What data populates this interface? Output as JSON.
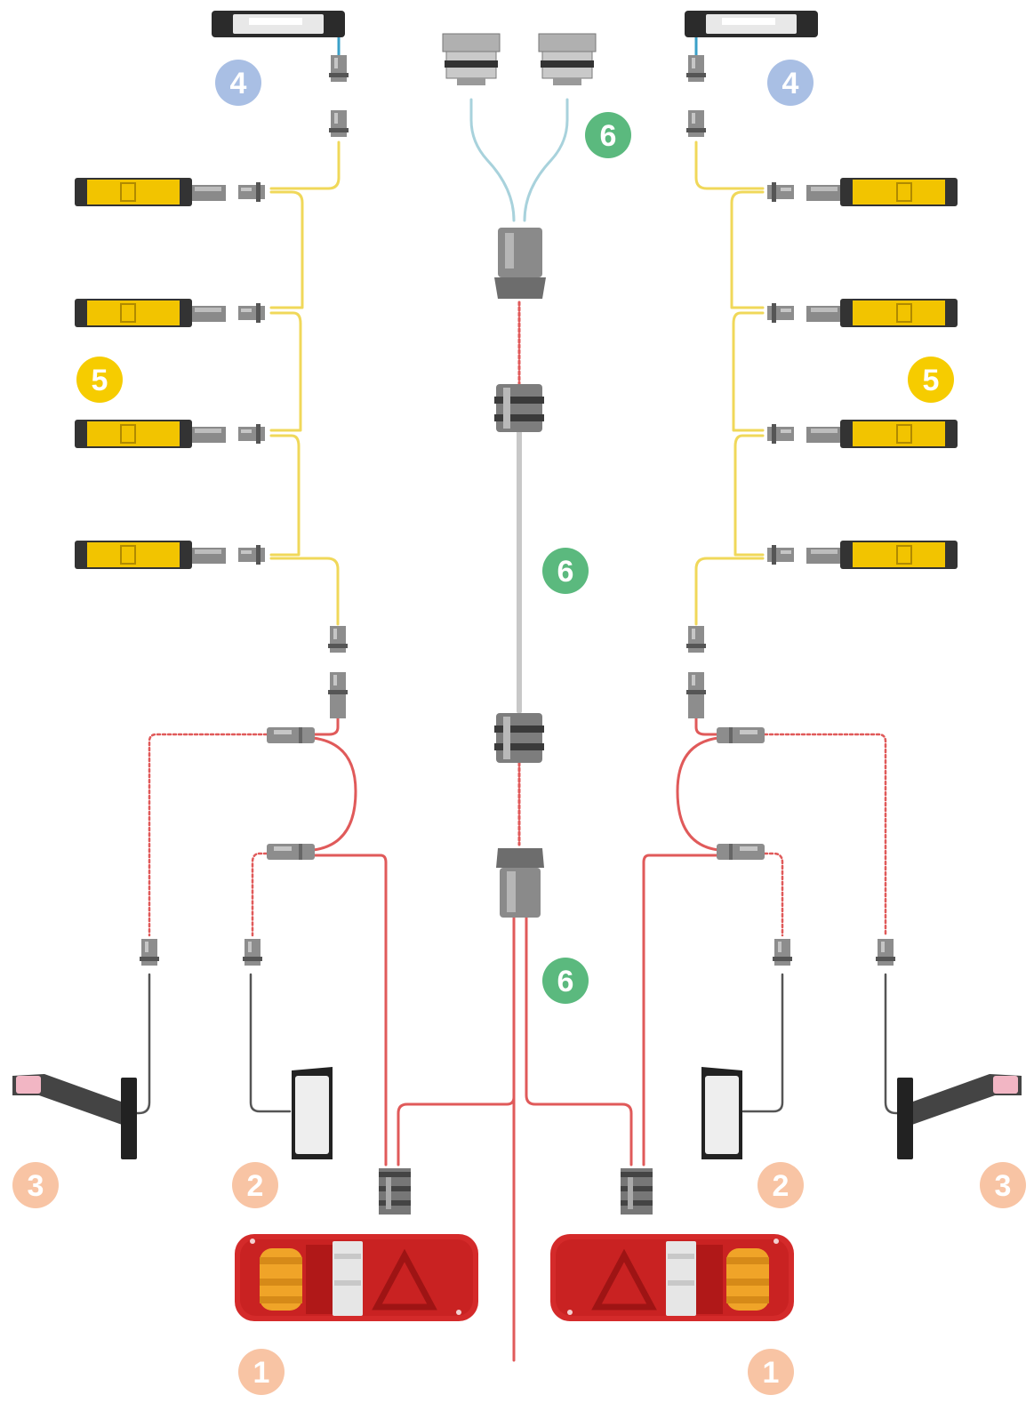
{
  "badges": [
    {
      "id": "badge-1-left",
      "label": "1",
      "color": "#f8c4a4"
    },
    {
      "id": "badge-1-right",
      "label": "1",
      "color": "#f8c4a4"
    },
    {
      "id": "badge-2-left",
      "label": "2",
      "color": "#f8c4a4"
    },
    {
      "id": "badge-2-right",
      "label": "2",
      "color": "#f8c4a4"
    },
    {
      "id": "badge-3-left",
      "label": "3",
      "color": "#f8c4a4"
    },
    {
      "id": "badge-3-right",
      "label": "3",
      "color": "#f8c4a4"
    },
    {
      "id": "badge-4-left",
      "label": "4",
      "color": "#a9bfe4"
    },
    {
      "id": "badge-4-right",
      "label": "4",
      "color": "#a9bfe4"
    },
    {
      "id": "badge-5-left",
      "label": "5",
      "color": "#f6cc00"
    },
    {
      "id": "badge-5-right",
      "label": "5",
      "color": "#f6cc00"
    },
    {
      "id": "badge-6-top",
      "label": "6",
      "color": "#5bb97e"
    },
    {
      "id": "badge-6-middle",
      "label": "6",
      "color": "#5bb97e"
    },
    {
      "id": "badge-6-bottom",
      "label": "6",
      "color": "#5bb97e"
    }
  ],
  "colors": {
    "red_wire": "#e05a5a",
    "yellow_wire": "#f0d85a",
    "light_blue_wire": "#a8d2dc",
    "grey_cable": "#c8c8c8",
    "dark_wire": "#555555",
    "rear_lamp_red": "#d42a2a",
    "marker_yellow": "#f2c400"
  }
}
